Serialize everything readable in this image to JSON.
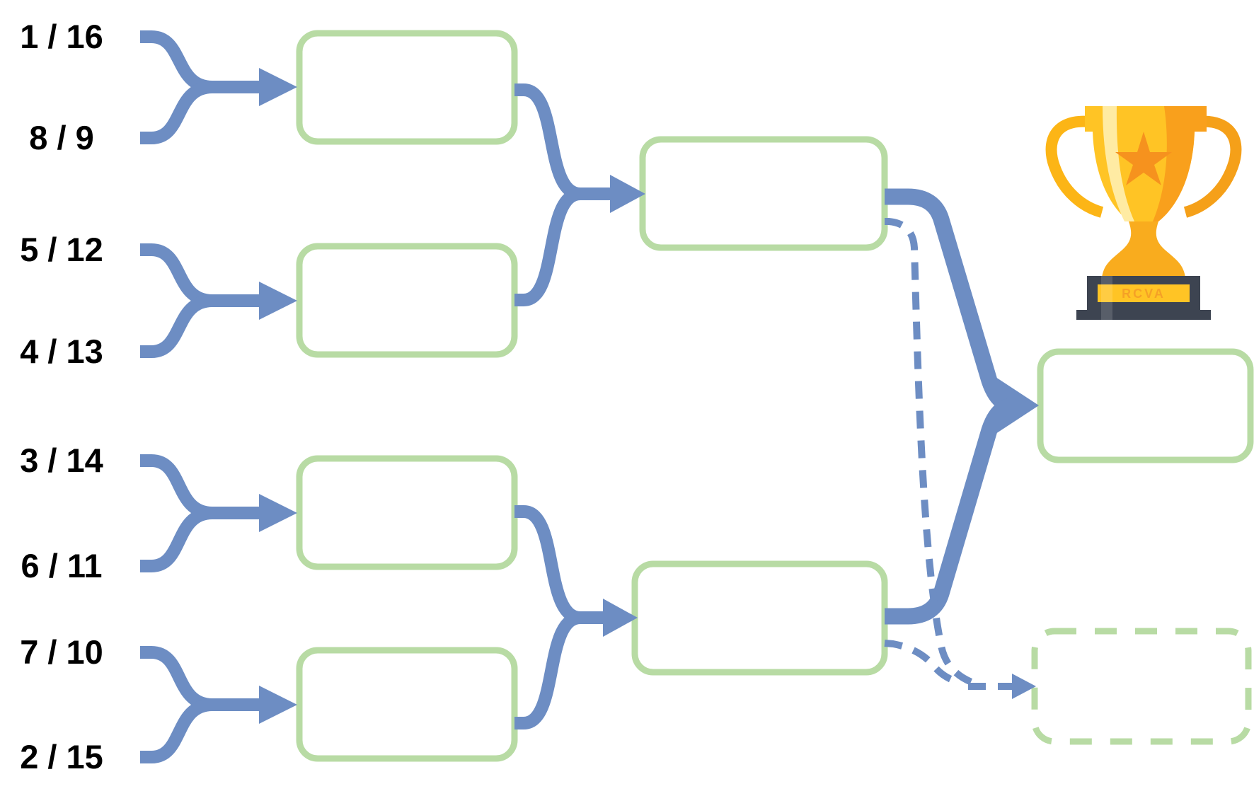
{
  "seeds": [
    {
      "label": "1 / 16"
    },
    {
      "label": "8 / 9"
    },
    {
      "label": "5 / 12"
    },
    {
      "label": "4 / 13"
    },
    {
      "label": "3 / 14"
    },
    {
      "label": "6 / 11"
    },
    {
      "label": "7 / 10"
    },
    {
      "label": "2 / 15"
    }
  ],
  "matches": {
    "quarterfinal_1": {
      "value": ""
    },
    "quarterfinal_2": {
      "value": ""
    },
    "quarterfinal_3": {
      "value": ""
    },
    "quarterfinal_4": {
      "value": ""
    },
    "semifinal_1": {
      "value": ""
    },
    "semifinal_2": {
      "value": ""
    },
    "final": {
      "value": ""
    },
    "third_place": {
      "value": ""
    }
  },
  "trophy": {
    "plaque_text": "RCVA"
  },
  "colors": {
    "background": "#ffffff",
    "connector_blue": "#6d8dc3",
    "box_border_green": "#b8dba4",
    "seed_text": "#000000",
    "trophy_gold": "#ffc425",
    "trophy_shadow_orange": "#f9a01c",
    "trophy_highlight": "#ffeba3",
    "trophy_star_orange": "#f6921e",
    "trophy_base_dark": "#3d4451"
  }
}
